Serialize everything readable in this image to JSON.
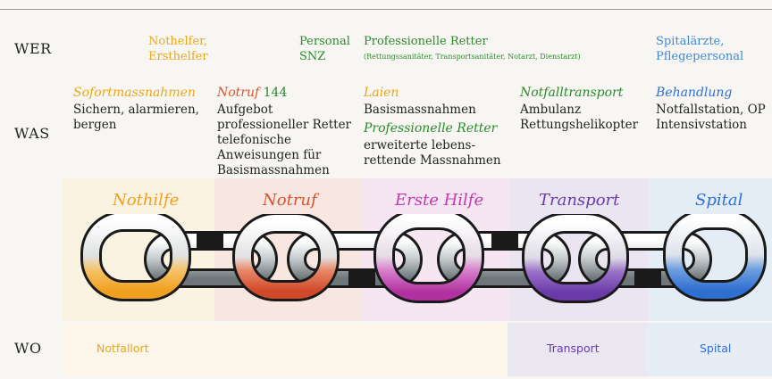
{
  "rows": {
    "wer": "WER",
    "was": "WAS",
    "wo": "WO"
  },
  "wer": {
    "col1": [
      "Nothelfer,",
      "Ersthelfer"
    ],
    "col2": [
      "Personal",
      "SNZ"
    ],
    "col3_title": "Professionelle Retter",
    "col3_sub": "(Rettungssanitäter, Transportsanitäter, Notarzt, Dienstarzt)",
    "col5": [
      "Spitalärzte,",
      "Pflegepersonal"
    ]
  },
  "was": {
    "c1": {
      "title": "Sofortmassnahmen",
      "lines": [
        "Sichern, alarmieren,",
        "bergen"
      ]
    },
    "c2": {
      "title_a": "Notruf",
      "title_b": " 144",
      "lines": [
        "Aufgebot",
        "professioneller Retter",
        "telefonische",
        "Anweisungen für",
        "Basismassnahmen"
      ]
    },
    "c3": {
      "title": "Laien",
      "lines": [
        "Basismassnahmen"
      ],
      "title2": "Professionelle Retter",
      "lines2": [
        "erweiterte lebens-",
        "rettende Massnahmen"
      ]
    },
    "c4": {
      "title": "Notfalltransport",
      "lines": [
        "Ambulanz",
        "Rettungshelikopter"
      ]
    },
    "c5": {
      "title": "Behandlung",
      "lines": [
        "Notfallstation, OP",
        "Intensivstation"
      ]
    }
  },
  "phases": [
    "Nothilfe",
    "Notruf",
    "Erste Hilfe",
    "Transport",
    "Spital"
  ],
  "wo": {
    "notfallort": "Notfallort",
    "transport": "Transport",
    "spital": "Spital"
  },
  "colors": {
    "nothilfe": "#f0a020",
    "notruf": "#d8542f",
    "erste_hilfe": "#c03ab0",
    "transport": "#6a3aa8",
    "spital": "#2f6fd0",
    "nothelfer_text": "#e8a81c",
    "personal_text": "#2a8a2a",
    "retter_text": "#2a8a2a",
    "spital_text": "#3a8ad8"
  }
}
